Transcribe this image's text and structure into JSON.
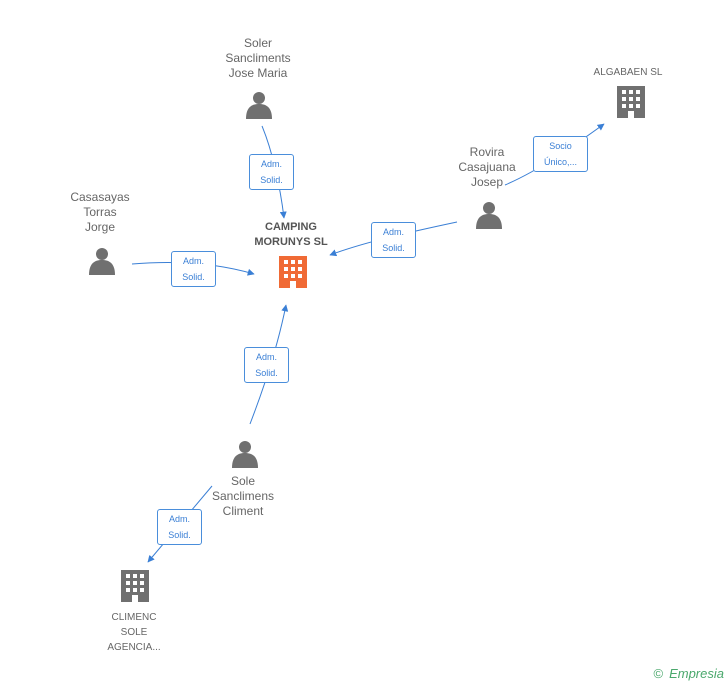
{
  "colors": {
    "edge": "#3a7fd5",
    "person": "#707070",
    "company": "#707070",
    "center": "#f06a35"
  },
  "nodes": {
    "center": {
      "lines": [
        "CAMPING",
        "MORUNYS SL"
      ]
    },
    "soler": {
      "lines": [
        "Soler",
        "Sancliments",
        "Jose Maria"
      ]
    },
    "algabaen": {
      "lines": [
        "ALGABAEN SL"
      ]
    },
    "rovira": {
      "lines": [
        "Rovira",
        "Casajuana",
        "Josep"
      ]
    },
    "casasayas": {
      "lines": [
        "Casasayas",
        "Torras",
        "Jorge"
      ]
    },
    "sole": {
      "lines": [
        "Sole",
        "Sanclimens",
        "Climent"
      ]
    },
    "climenc": {
      "lines": [
        "CLIMENC",
        "SOLE",
        "AGENCIA..."
      ]
    }
  },
  "edges": {
    "soler_center": [
      "Adm.",
      "Solid."
    ],
    "rovira_algabaen": [
      "Socio",
      "Único,..."
    ],
    "rovira_center": [
      "Adm.",
      "Solid."
    ],
    "casasayas_center": [
      "Adm.",
      "Solid."
    ],
    "sole_center": [
      "Adm.",
      "Solid."
    ],
    "sole_climenc": [
      "Adm.",
      "Solid."
    ]
  },
  "footer": {
    "copyright": "©",
    "brand": "Empresia"
  }
}
